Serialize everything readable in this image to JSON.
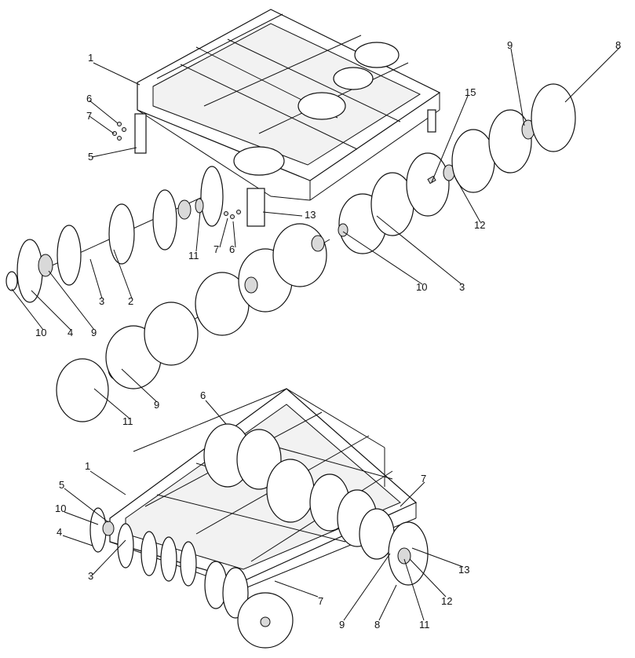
{
  "callouts_top": {
    "c1": "1",
    "c6a": "6",
    "c7a": "7",
    "c5": "5",
    "c15": "15",
    "c9a": "9",
    "c8a": "8",
    "c13": "13",
    "c11a": "11",
    "c7b": "7",
    "c6b": "6",
    "c10a": "10",
    "c3a": "3",
    "c3b": "3",
    "c2": "2",
    "c10b": "10",
    "c4a": "4",
    "c9b": "9",
    "c12a": "12",
    "c9c": "9",
    "c11b": "11"
  },
  "callouts_bottom": {
    "c6": "6",
    "c1": "1",
    "c7a": "7",
    "c5": "5",
    "c10": "10",
    "c4": "4",
    "c3": "3",
    "c13": "13",
    "c7b": "7",
    "c12": "12",
    "c9": "9",
    "c8": "8",
    "c11": "11"
  }
}
